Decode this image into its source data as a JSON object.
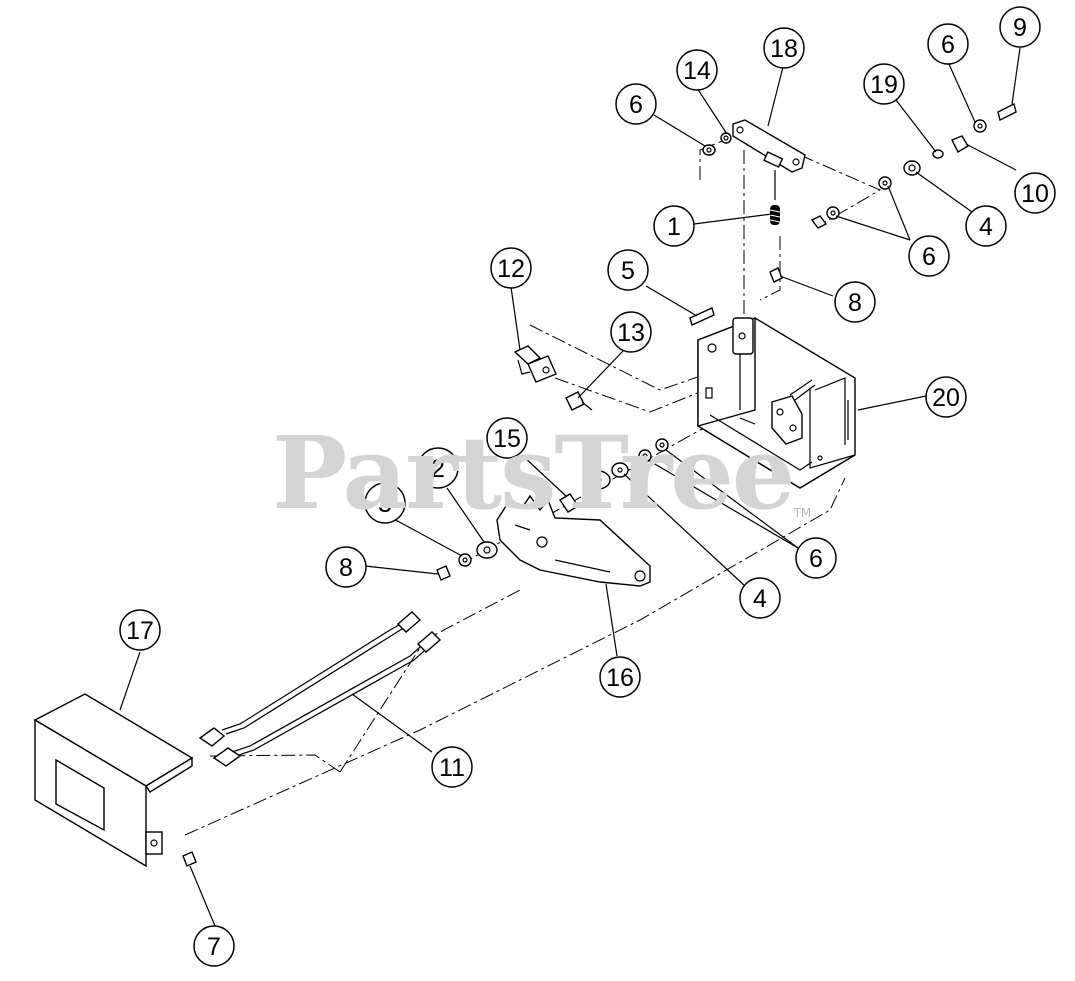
{
  "watermark": {
    "text": "PartsTree",
    "trademark": "TM"
  },
  "callouts": [
    {
      "id": "c9",
      "label": "9"
    },
    {
      "id": "c18",
      "label": "18"
    },
    {
      "id": "c14",
      "label": "14"
    },
    {
      "id": "c6a",
      "label": "6"
    },
    {
      "id": "c6b",
      "label": "6"
    },
    {
      "id": "c19",
      "label": "19"
    },
    {
      "id": "c10",
      "label": "10"
    },
    {
      "id": "c1",
      "label": "1"
    },
    {
      "id": "c4a",
      "label": "4"
    },
    {
      "id": "c6c",
      "label": "6"
    },
    {
      "id": "c12",
      "label": "12"
    },
    {
      "id": "c5",
      "label": "5"
    },
    {
      "id": "c8a",
      "label": "8"
    },
    {
      "id": "c13",
      "label": "13"
    },
    {
      "id": "c20",
      "label": "20"
    },
    {
      "id": "c15",
      "label": "15"
    },
    {
      "id": "c2",
      "label": "2"
    },
    {
      "id": "c3",
      "label": "3"
    },
    {
      "id": "c6d",
      "label": "6"
    },
    {
      "id": "c8b",
      "label": "8"
    },
    {
      "id": "c4b",
      "label": "4"
    },
    {
      "id": "c16",
      "label": "16"
    },
    {
      "id": "c17",
      "label": "17"
    },
    {
      "id": "c11",
      "label": "11"
    },
    {
      "id": "c7",
      "label": "7"
    }
  ]
}
